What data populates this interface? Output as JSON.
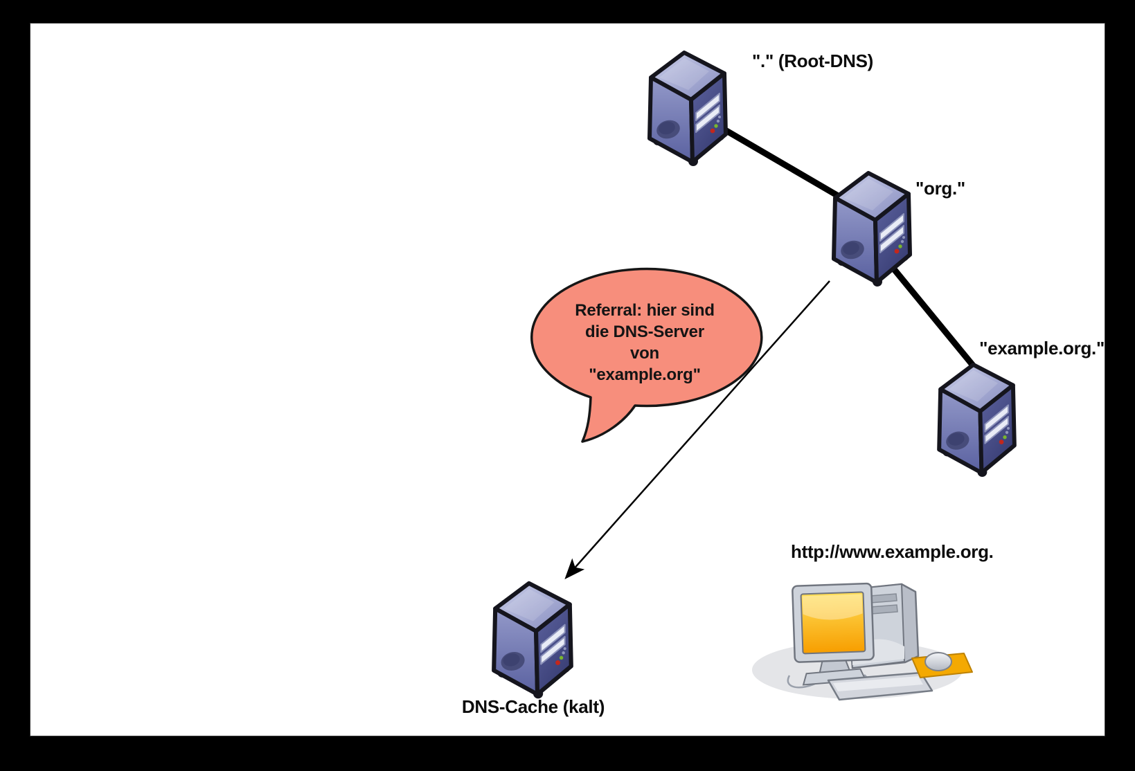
{
  "nodes": {
    "root_dns": {
      "label": "\".\" (Root-DNS)",
      "icon": "server-tower-icon"
    },
    "org": {
      "label": "\"org.\"",
      "icon": "server-tower-icon"
    },
    "example_org": {
      "label": "\"example.org.\"",
      "icon": "server-tower-icon"
    },
    "dns_cache": {
      "label": "DNS-Cache (kalt)",
      "icon": "server-tower-icon"
    },
    "client": {
      "label": "http://www.example.org.",
      "icon": "desktop-computer-icon"
    }
  },
  "speech_bubble": {
    "lines": [
      "Referral: hier sind",
      "die DNS-Server",
      "von",
      "\"example.org\""
    ],
    "fill_color": "#f78e7c",
    "outline_color": "#161616",
    "text_color": "#141414"
  },
  "edges": [
    {
      "from": "root_dns",
      "to": "org",
      "style": "thick-line"
    },
    {
      "from": "org",
      "to": "example_org",
      "style": "thick-line"
    },
    {
      "from": "org",
      "to": "dns_cache",
      "style": "thin-arrow"
    }
  ],
  "colors": {
    "page_background": "#000000",
    "canvas_background": "#ffffff",
    "server_top": "#a9aed6",
    "server_front": "#7b82b5",
    "server_side": "#474d85",
    "screen_orange": "#f9a602",
    "mousepad_orange": "#f4a902",
    "edge_color": "#000000"
  }
}
